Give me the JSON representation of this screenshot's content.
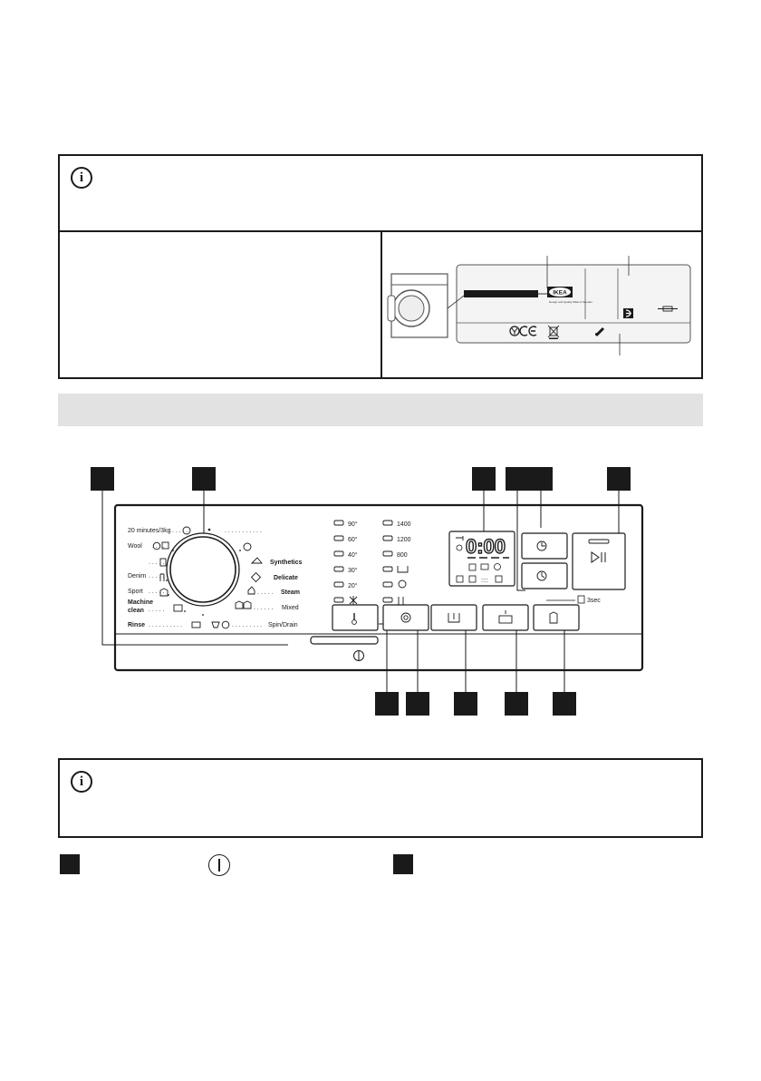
{
  "info_box_1": {
    "icon": "info-icon"
  },
  "rating_plate": {
    "ikea_logo_text": "IKEA",
    "ikea_sub_text": "Design and Quality IKEA of Sweden"
  },
  "control_panel": {
    "programmes_left": [
      "20 minutes/3kg",
      "Wool",
      "Denim",
      "Sport",
      "Machine clean",
      "Rinse"
    ],
    "programmes_right": [
      "Synthetics",
      "Delicate",
      "Steam",
      "Mixed",
      "Spin/Drain"
    ],
    "temperatures": [
      "90°",
      "60°",
      "40°",
      "30°",
      "20°"
    ],
    "spin_speeds": [
      "1400",
      "1200",
      "800"
    ],
    "display_value": "0:00",
    "hold_label": "3sec"
  },
  "info_box_2": {
    "icon": "info-icon"
  },
  "legend_row": {
    "power_symbol": "⏻"
  }
}
